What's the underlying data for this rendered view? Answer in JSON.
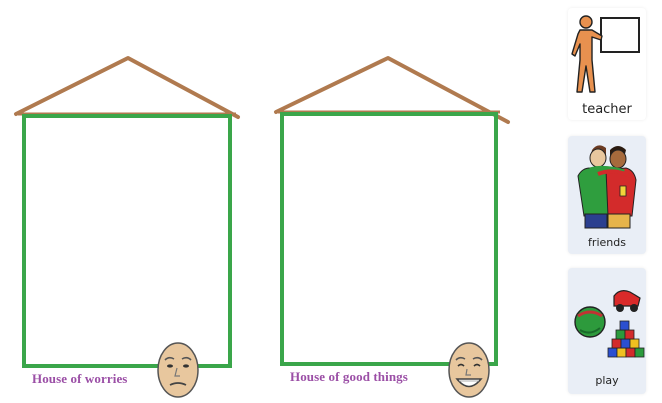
{
  "houses": [
    {
      "label": "House of worries",
      "face": "worried-face-icon"
    },
    {
      "label": "House of good things",
      "face": "smiling-face-icon"
    }
  ],
  "symbols": [
    {
      "label": "teacher",
      "icon": "teacher-icon"
    },
    {
      "label": "friends",
      "icon": "friends-icon"
    },
    {
      "label": "play",
      "icon": "toys-icon"
    }
  ],
  "colors": {
    "roof": "#b07a4f",
    "walls": "#3aa64a",
    "label": "#9b4fa6",
    "face": "#e8c79e"
  }
}
